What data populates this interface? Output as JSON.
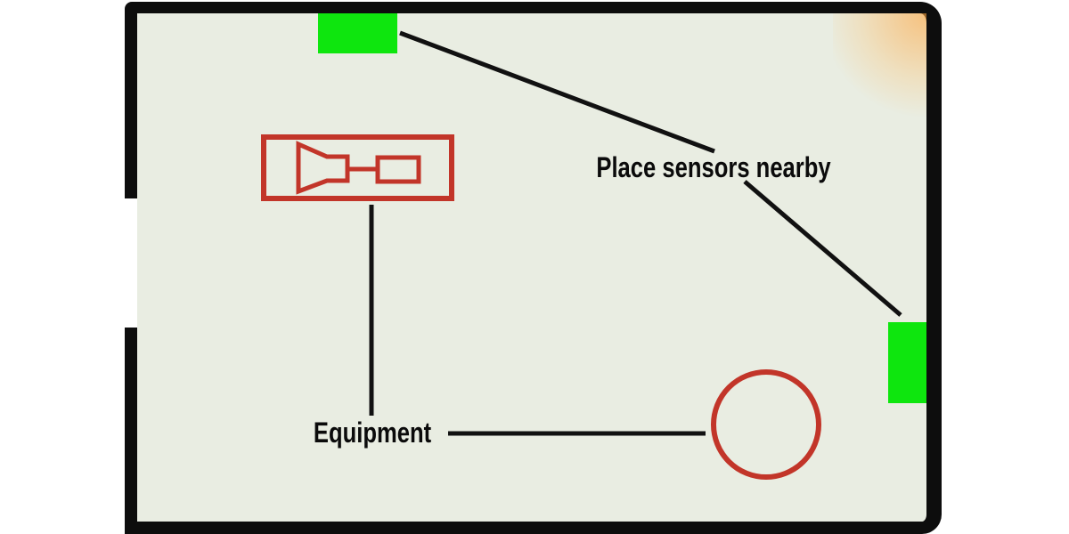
{
  "diagram": {
    "type": "floor-plan-annotation",
    "room": {
      "walls": "black outline with rounded outer corners",
      "door_opening_side": "left",
      "corner_light": "warm glow at top-right interior corner"
    },
    "sensors": [
      {
        "id": "sensor-marker-top",
        "position": "top wall"
      },
      {
        "id": "sensor-marker-right",
        "position": "right wall"
      }
    ],
    "equipment": [
      {
        "id": "equipment-box",
        "icon": "siren-horn-icon"
      },
      {
        "id": "equipment-circle",
        "icon": "circle-outline"
      }
    ]
  },
  "annotations": {
    "sensors_label": "Place sensors nearby",
    "equipment_label": "Equipment"
  },
  "colors": {
    "wall": "#0d0d0d",
    "floor": "#e9ede2",
    "exterior": "#ffffff",
    "sensor_green": "#0ee60e",
    "equipment_red": "#c23529",
    "line_black": "#111111",
    "label_text": "#0b0b0b",
    "corner_glow": "#ffa43c"
  }
}
